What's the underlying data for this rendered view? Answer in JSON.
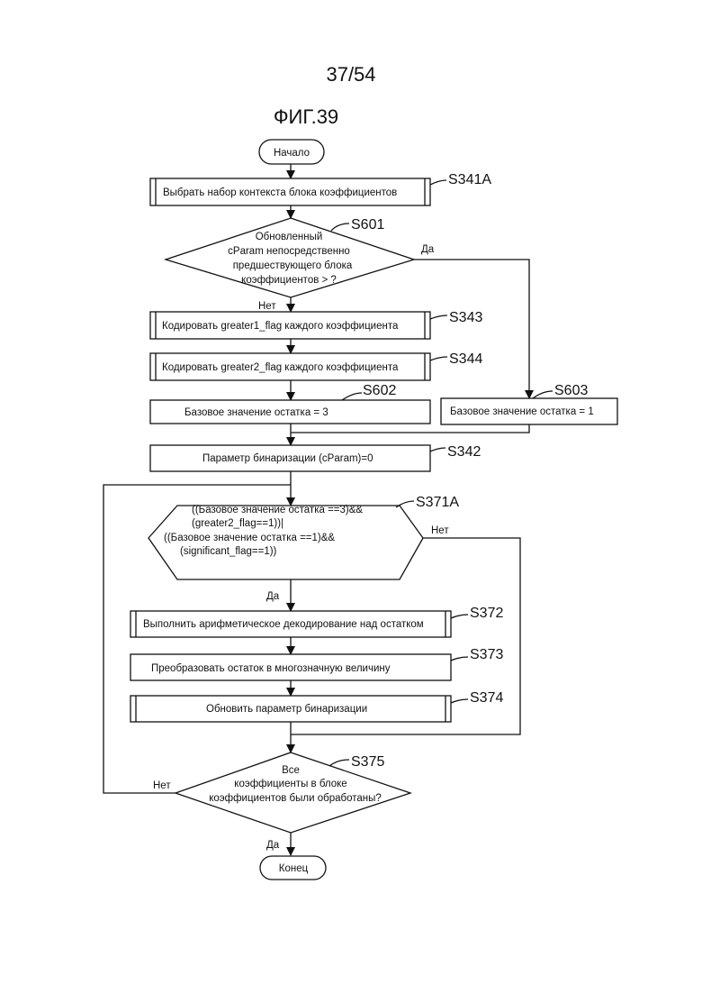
{
  "header": {
    "page_number": "37/54",
    "figure_title": "ФИГ.39"
  },
  "nodes": {
    "start": {
      "label": "Начало"
    },
    "s341a": {
      "step": "S341A",
      "label": "Выбрать набор контекста блока коэффициентов"
    },
    "s601": {
      "step": "S601",
      "lines": [
        "Обновленный",
        "cParam непосредственно",
        "предшествующего блока",
        "коэффициентов > ?"
      ]
    },
    "s343": {
      "step": "S343",
      "label": "Кодировать greater1_flag каждого коэффициента"
    },
    "s344": {
      "step": "S344",
      "label": "Кодировать greater2_flag каждого коэффициента"
    },
    "s602": {
      "step": "S602",
      "label": "Базовое значение остатка = 3"
    },
    "s603": {
      "step": "S603",
      "label": "Базовое значение остатка = 1"
    },
    "s342": {
      "step": "S342",
      "label": "Параметр бинаризации (cParam)=0"
    },
    "s371a": {
      "step": "S371A",
      "lines": [
        "((Базовое значение остатка ==3)&&",
        "(greater2_flag==1))|",
        "((Базовое значение остатка ==1)&&",
        "(significant_flag==1))"
      ]
    },
    "s372": {
      "step": "S372",
      "label": "Выполнить арифметическое декодирование над остатком"
    },
    "s373": {
      "step": "S373",
      "label": "Преобразовать остаток в многозначную величину"
    },
    "s374": {
      "step": "S374",
      "label": "Обновить параметр бинаризации"
    },
    "s375": {
      "step": "S375",
      "lines": [
        "Все",
        "коэффициенты в блоке",
        "коэффициентов были обработаны?"
      ]
    },
    "end": {
      "label": "Конец"
    }
  },
  "branch_labels": {
    "s601_yes": "Да",
    "s601_no": "Нет",
    "s371a_yes": "Да",
    "s371a_no": "Нет",
    "s375_yes": "Да",
    "s375_no": "Нет"
  }
}
